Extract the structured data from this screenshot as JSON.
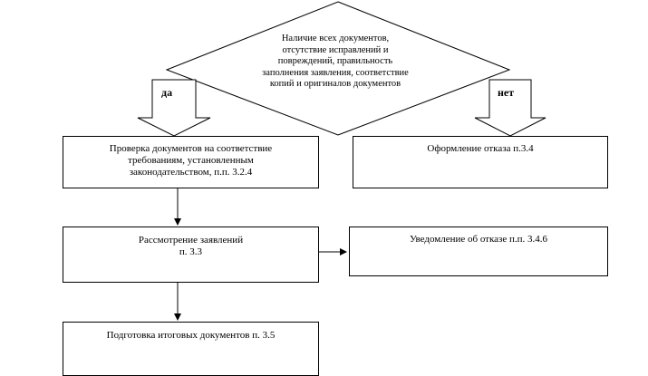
{
  "decision": {
    "text": "Наличие всех документов,\nотсутствие исправлений и\nповреждений, правильность\nзаполнения заявления, соответствие\nкопий и оригиналов документов"
  },
  "branches": {
    "yes": "да",
    "no": "нет"
  },
  "boxes": {
    "check": "Проверка документов на соответствие\nтребованиям, установленным\nзаконодательством, п.п. 3.2.4",
    "refusal": "Оформление отказа п.3.4",
    "review": "Рассмотрение заявлений\nп. 3.3",
    "notice": "Уведомление об отказе   п.п. 3.4.6",
    "final": "Подготовка итоговых документов п. 3.5"
  }
}
